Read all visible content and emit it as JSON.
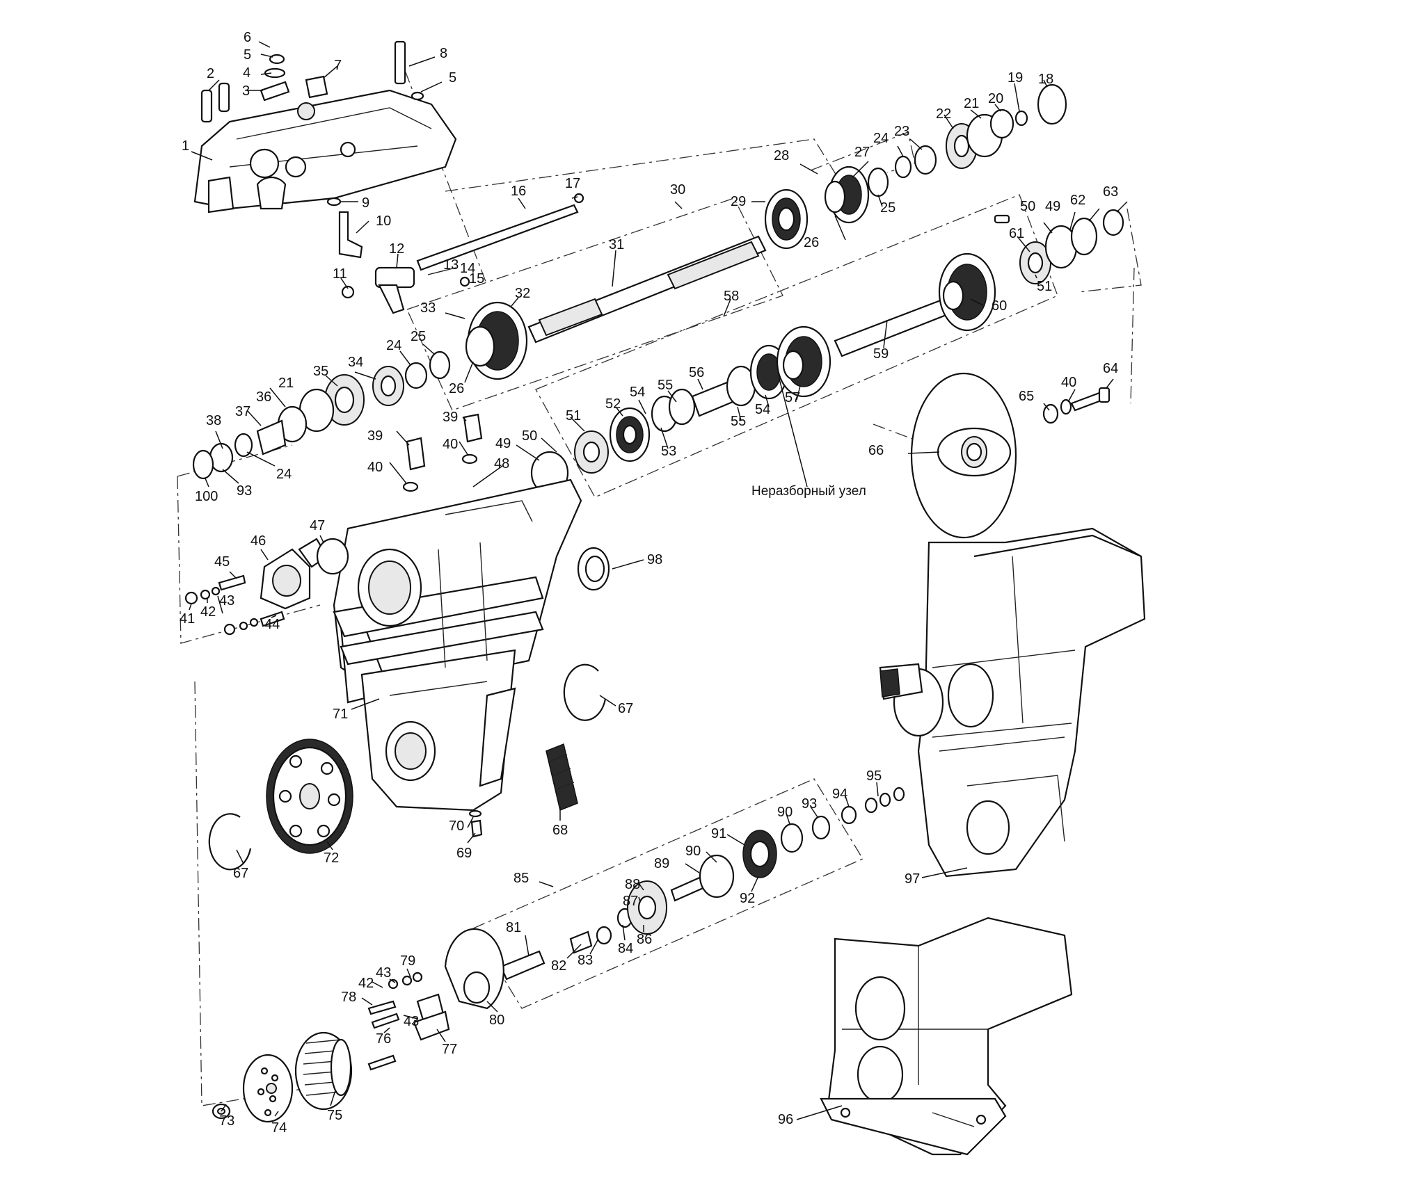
{
  "diagram": {
    "caption": "Неразборный узел",
    "callouts": [
      "1",
      "2",
      "3",
      "4",
      "5",
      "6",
      "7",
      "8",
      "5",
      "9",
      "10",
      "11",
      "12",
      "13",
      "14",
      "15",
      "16",
      "17",
      "18",
      "19",
      "20",
      "21",
      "22",
      "23",
      "24",
      "25",
      "26",
      "27",
      "28",
      "29",
      "30",
      "31",
      "32",
      "33",
      "25",
      "24",
      "21",
      "34",
      "35",
      "36",
      "37",
      "38",
      "100",
      "93",
      "24",
      "26",
      "39",
      "40",
      "39",
      "40",
      "49",
      "48",
      "50",
      "51",
      "52",
      "53",
      "54",
      "55",
      "56",
      "54",
      "55",
      "57",
      "58",
      "59",
      "60",
      "61",
      "50",
      "49",
      "62",
      "63",
      "51",
      "64",
      "65",
      "40",
      "66",
      "46",
      "47",
      "45",
      "41",
      "42",
      "43",
      "44",
      "98",
      "71",
      "67",
      "72",
      "67",
      "68",
      "69",
      "70",
      "85",
      "81",
      "82",
      "83",
      "84",
      "86",
      "87",
      "88",
      "89",
      "90",
      "91",
      "92",
      "90",
      "93",
      "94",
      "95",
      "97",
      "79",
      "43",
      "42",
      "78",
      "43",
      "76",
      "77",
      "80",
      "75",
      "73",
      "74",
      "96"
    ]
  }
}
